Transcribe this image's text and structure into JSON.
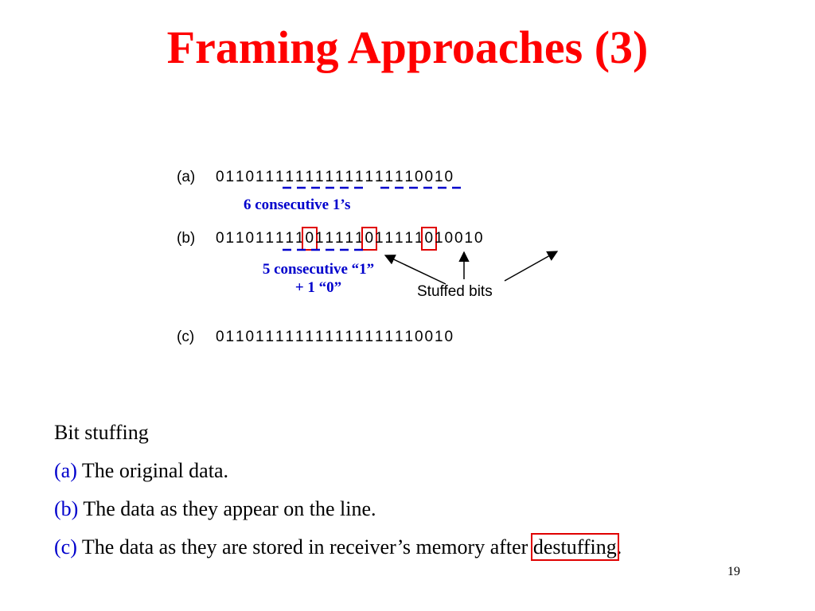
{
  "title": "Framing Approaches (3)",
  "diagram": {
    "row_a": {
      "label": "(a)",
      "bits": "0 1 1 0 1 1 1 1 1 1 1 1 1 1 1 1 1 1 1 1 0 0 1 0"
    },
    "row_b": {
      "label": "(b)",
      "bits": "0 1 1 0 1 1 1 1 1 0 1 1 1 1 1 0 1 1 1 1 1 0 1 0 0 1 0"
    },
    "row_c": {
      "label": "(c)",
      "bits": "0 1 1 0 1 1 1 1 1 1 1 1 1 1 1 1 1 1 1 1 0 0 1 0"
    },
    "note_a": "6 consecutive 1’s",
    "note_b_line1": "5 consecutive “1”",
    "note_b_line2": "+ 1 “0”",
    "stuffed_label": "Stuffed bits"
  },
  "captions": {
    "heading": "Bit stuffing",
    "a_tag": "(a)",
    "a_text": "The original data.",
    "b_tag": "(b)",
    "b_text": "The data as they appear on the line.",
    "c_tag": "(c)",
    "c_text_before": "The data as they are stored in receiver’s memory after",
    "c_highlight": "destuffing",
    "c_text_after": "."
  },
  "page_number": "19",
  "colors": {
    "title": "#ff0000",
    "note": "#0000cc",
    "box": "#e00000"
  }
}
